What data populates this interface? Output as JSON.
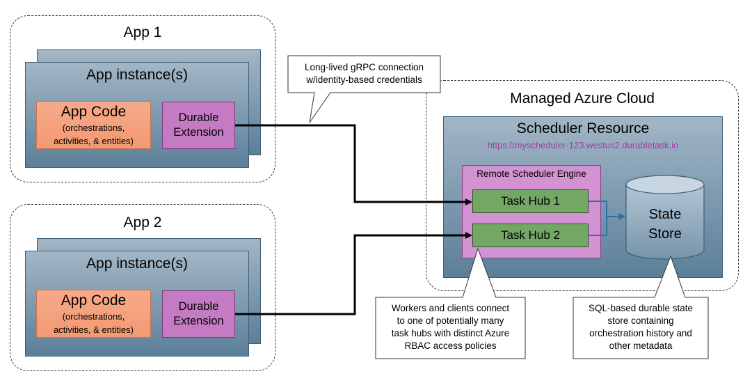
{
  "app1": {
    "title": "App 1",
    "instances_label": "App instance(s)",
    "code_title": "App Code",
    "code_subtitle_1": "(orchestrations,",
    "code_subtitle_2": "activities, & entities)",
    "ext_line1": "Durable",
    "ext_line2": "Extension"
  },
  "app2": {
    "title": "App 2",
    "instances_label": "App instance(s)",
    "code_title": "App Code",
    "code_subtitle_1": "(orchestrations,",
    "code_subtitle_2": "activities, & entities)",
    "ext_line1": "Durable",
    "ext_line2": "Extension"
  },
  "cloud": {
    "title": "Managed Azure Cloud",
    "scheduler_title": "Scheduler Resource",
    "scheduler_url": "https://myscheduler-123.westus2.durabletask.io",
    "engine_title": "Remote Scheduler Engine",
    "hub1": "Task Hub 1",
    "hub2": "Task Hub 2",
    "store_line1": "State",
    "store_line2": "Store"
  },
  "callouts": {
    "grpc_line1": "Long-lived gRPC connection",
    "grpc_line2": "w/identity-based credentials",
    "workers_line1": "Workers and clients connect",
    "workers_line2": "to one of potentially many",
    "workers_line3": "task hubs with distinct Azure",
    "workers_line4": "RBAC access policies",
    "sql_line1": "SQL-based durable state",
    "sql_line2": "store containing",
    "sql_line3": "orchestration history and",
    "sql_line4": "other metadata"
  },
  "colors": {
    "url_text": "#a23aa0",
    "connector": "#000000",
    "store_arrow": "#2f6fa1"
  }
}
